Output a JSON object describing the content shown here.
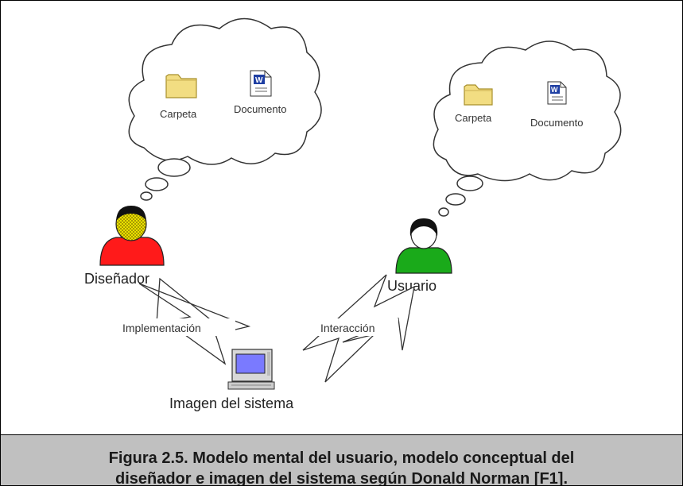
{
  "left_thought": {
    "folder_label": "Carpeta",
    "document_label": "Documento"
  },
  "right_thought": {
    "folder_label": "Carpeta",
    "document_label": "Documento"
  },
  "designer_label": "Diseñador",
  "user_label": "Usuario",
  "implementation_label": "Implementación",
  "interaction_label": "Interacción",
  "system_label": "Imagen del sistema",
  "caption": "Figura 2.5. Modelo mental del usuario, modelo conceptual del\ndiseñador e imagen del sistema según Donald Norman [F1]."
}
